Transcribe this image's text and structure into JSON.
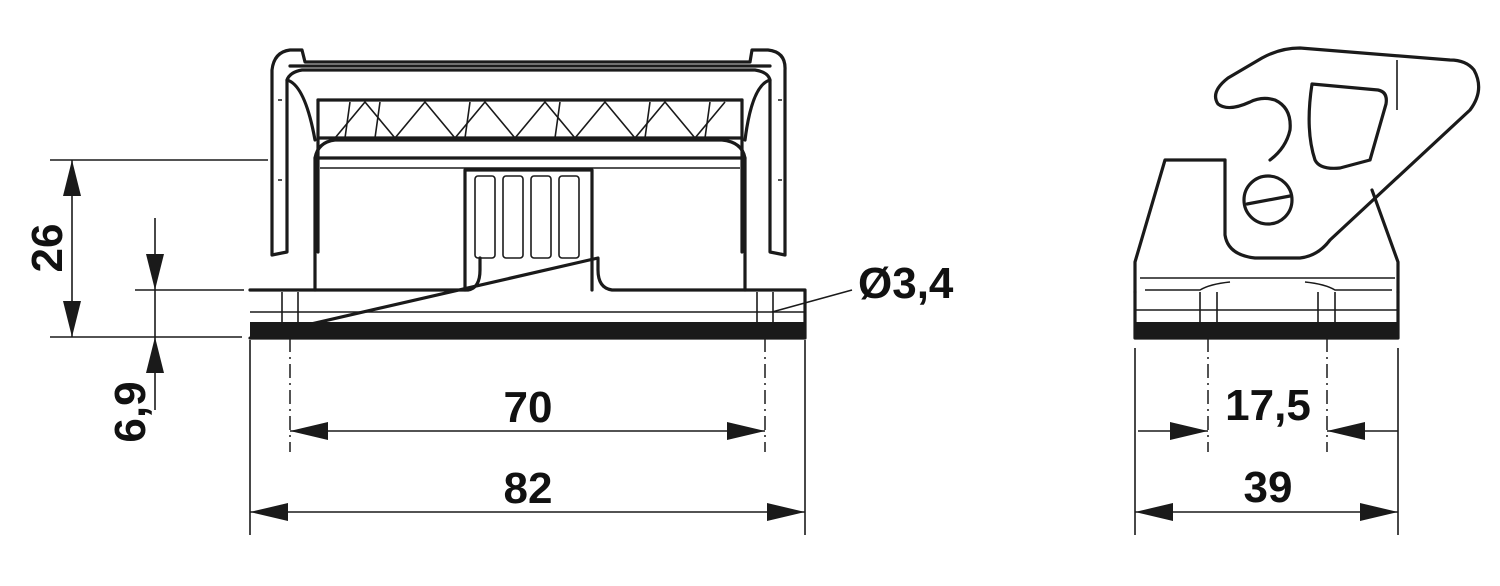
{
  "labels": {
    "height_total": "26",
    "height_base": "6,9",
    "hole_diameter": "Ø3,4",
    "hole_spacing_front": "70",
    "width_front": "82",
    "hole_spacing_side": "17,5",
    "width_side": "39"
  }
}
